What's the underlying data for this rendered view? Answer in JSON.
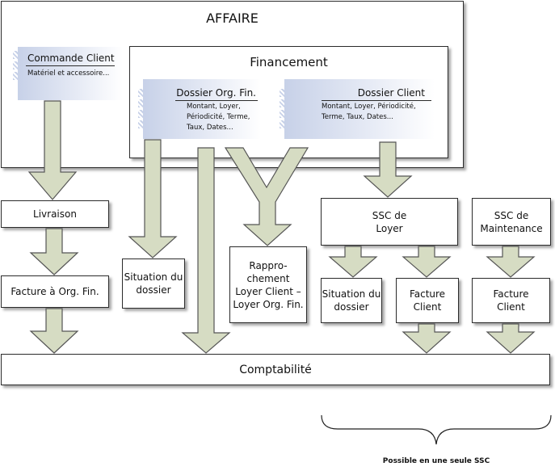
{
  "affaire": {
    "title": "AFFAIRE"
  },
  "financement": {
    "title": "Financement"
  },
  "commande_client": {
    "title": "Commande Client",
    "detail": "Matériel et accessoire..."
  },
  "dossier_org_fin": {
    "title": "Dossier Org. Fin.",
    "detail": "Montant, Loyer,\nPériodicité, Terme,\nTaux, Dates..."
  },
  "dossier_client": {
    "title": "Dossier Client",
    "detail": "Montant, Loyer, Périodicité,\nTerme, Taux, Dates..."
  },
  "boxes": {
    "livraison": "Livraison",
    "facture_org_fin": "Facture à Org. Fin.",
    "situation_dossier_left": "Situation du\ndossier",
    "rapprochement": "Rappro-\nchement\nLoyer Client –\nLoyer Org. Fin.",
    "ssc_loyer": "SSC de\nLoyer",
    "ssc_maintenance": "SSC de\nMaintenance",
    "situation_dossier_right": "Situation du\ndossier",
    "facture_client_loyer": "Facture\nClient",
    "facture_client_maint": "Facture\nClient",
    "comptabilite": "Comptabilité"
  },
  "note": "Possible en une seule SSC",
  "colors": {
    "arrow_fill": "#d6dcc3",
    "arrow_stroke": "#555555",
    "card_gradient": "#c7d1e8"
  }
}
